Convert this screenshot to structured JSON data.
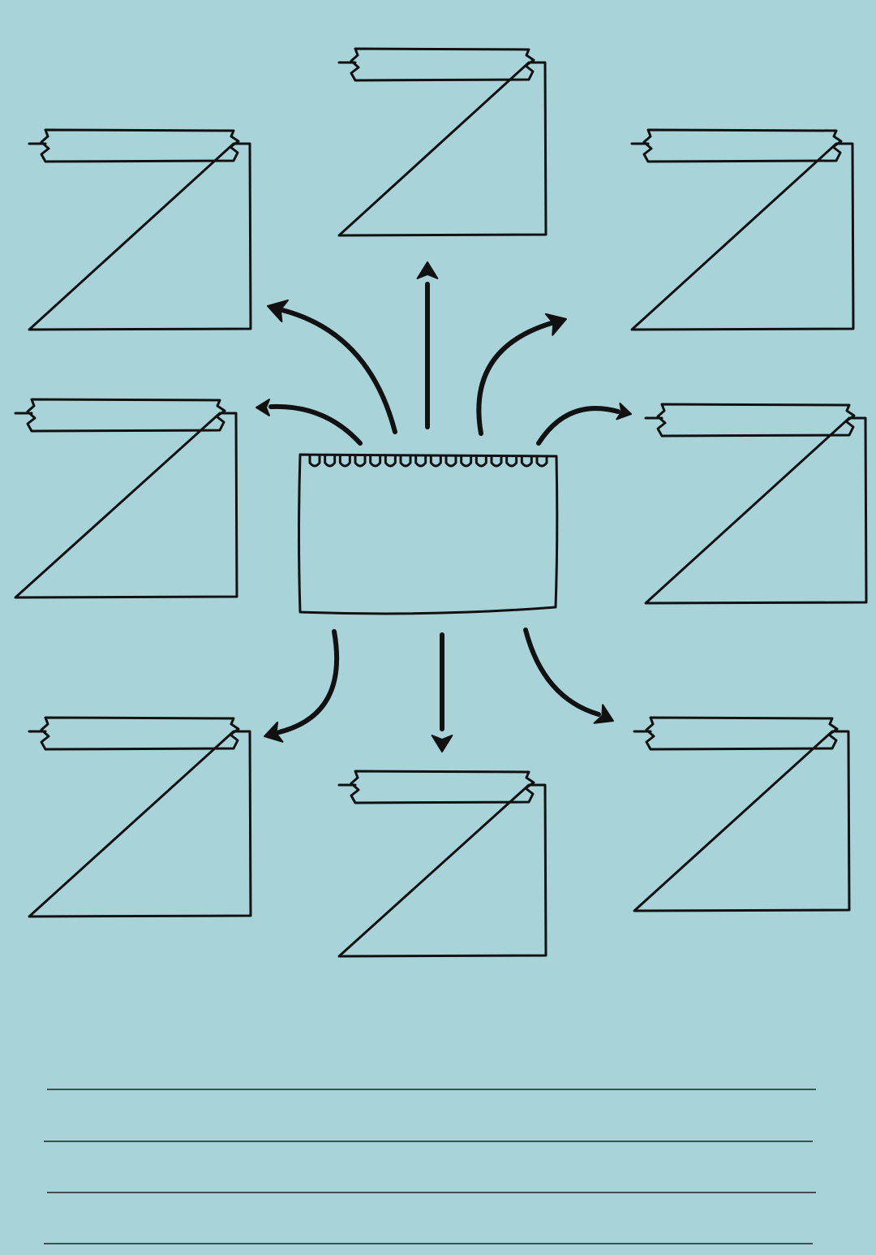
{
  "theme": {
    "background": "#a8d3d9",
    "ink": "#111111"
  },
  "diagram": {
    "type": "mind-map",
    "center_node": {
      "style": "spiral-notepad",
      "text": ""
    },
    "outer_nodes": [
      {
        "position": "top-left",
        "style": "taped-note",
        "text": ""
      },
      {
        "position": "top",
        "style": "taped-note",
        "text": ""
      },
      {
        "position": "top-right",
        "style": "taped-note",
        "text": ""
      },
      {
        "position": "left",
        "style": "taped-note",
        "text": ""
      },
      {
        "position": "right",
        "style": "taped-note",
        "text": ""
      },
      {
        "position": "bottom-left",
        "style": "taped-note",
        "text": ""
      },
      {
        "position": "bottom",
        "style": "taped-note",
        "text": ""
      },
      {
        "position": "bottom-right",
        "style": "taped-note",
        "text": ""
      }
    ],
    "arrow_count": 8,
    "writing_line_count": 4
  }
}
